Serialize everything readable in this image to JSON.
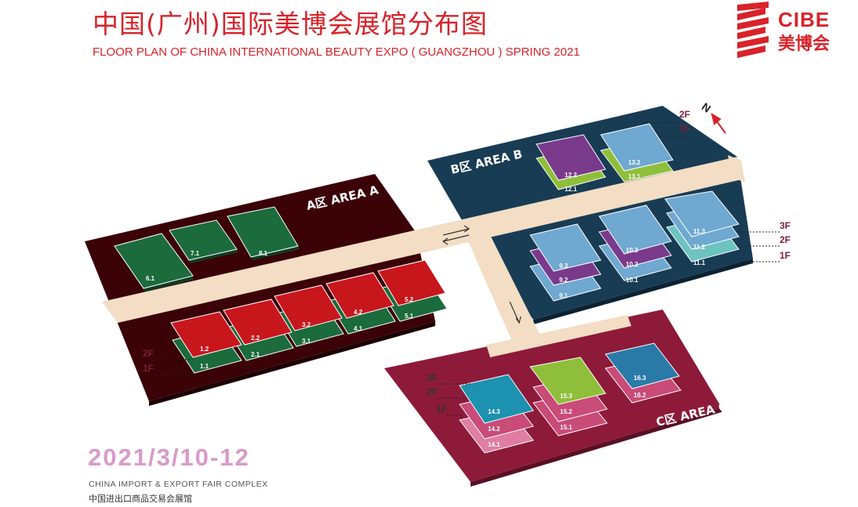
{
  "header": {
    "title_cn": "中国(广州)国际美博会展馆分布图",
    "title_en": "FLOOR PLAN OF CHINA INTERNATIONAL BEAUTY EXPO ( GUANGZHOU ) SPRING 2021"
  },
  "logo": {
    "text_en": "CIBE",
    "text_cn": "美博会",
    "color": "#d8232a"
  },
  "footer": {
    "date": "2021/3/10-12",
    "venue_en": "CHINA IMPORT & EXPORT FAIR COMPLEX",
    "venue_cn": "中国进出口商品交易会展馆"
  },
  "compass": {
    "label": "N"
  },
  "areas": {
    "a": {
      "label": "A区 AREA A",
      "color": "#3b0208"
    },
    "b": {
      "label": "B区 AREA B",
      "color": "#183c54"
    },
    "c": {
      "label": "C区 AREA C",
      "color": "#8e1a3a"
    }
  },
  "floors": {
    "f1": "1F",
    "f2": "2F",
    "f3": "3F"
  },
  "halls": {
    "h6_1": "6.1",
    "h7_1": "7.1",
    "h8_1": "8.1",
    "h1_1": "1.1",
    "h1_2": "1.2",
    "h2_1": "2.1",
    "h2_2": "2.2",
    "h3_1": "3.1",
    "h3_2": "3.2",
    "h4_1": "4.1",
    "h4_2": "4.2",
    "h5_1": "5.1",
    "h5_2": "5.2",
    "h12_1": "12.1",
    "h12_2": "12.2",
    "h13_1": "13.1",
    "h13_2": "13.2",
    "h9_1": "9.1",
    "h9_2": "9.2",
    "h9_3": "9.3",
    "h10_1": "10.1",
    "h10_2": "10.2",
    "h10_3": "10.3",
    "h11_1": "11.1",
    "h11_2": "11.2",
    "h11_3": "11.3",
    "h14_1": "14.1",
    "h14_2": "14.2",
    "h14_3": "14.3",
    "h15_1": "15.1",
    "h15_2": "15.2",
    "h15_3": "15.3",
    "h16_2": "16.2",
    "h16_3": "16.3"
  },
  "colors": {
    "green": "#1c6b3c",
    "red": "#c8161d",
    "purple": "#7a3a8c",
    "lightgreen": "#8fbf3a",
    "lightblue": "#6fa8d0",
    "teal": "#6cc3c0",
    "pink": "#c94b78",
    "cyan": "#1d92b0",
    "darkblue": "#2a7aa8",
    "walkway": "#f3ddc4"
  }
}
